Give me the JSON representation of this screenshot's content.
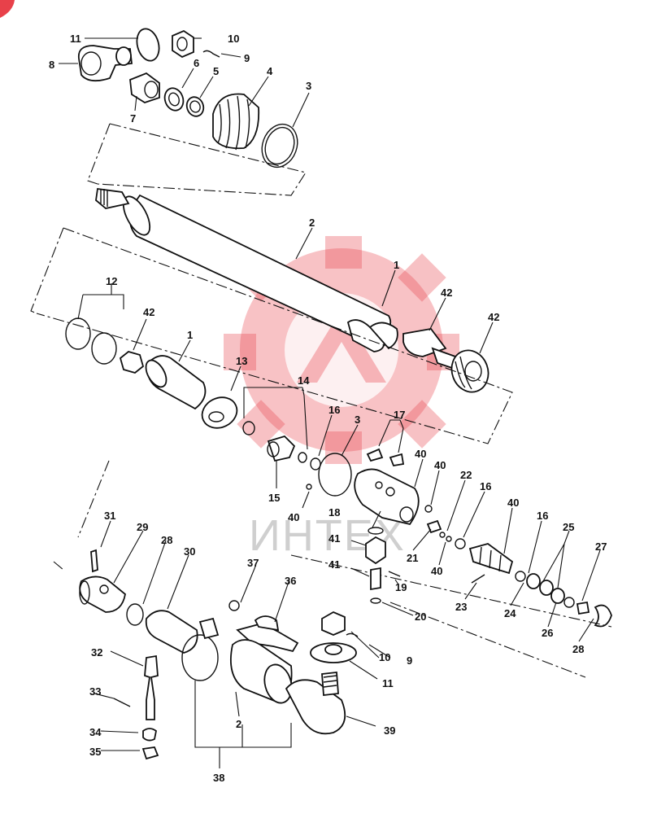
{
  "watermark": {
    "text": "ИНТЕХ",
    "logo_color": "#e8414a"
  },
  "callouts": [
    {
      "id": "c11a",
      "label": "11"
    },
    {
      "id": "c10a",
      "label": "10"
    },
    {
      "id": "c9a",
      "label": "9"
    },
    {
      "id": "c8",
      "label": "8"
    },
    {
      "id": "c6",
      "label": "6"
    },
    {
      "id": "c5",
      "label": "5"
    },
    {
      "id": "c4",
      "label": "4"
    },
    {
      "id": "c7",
      "label": "7"
    },
    {
      "id": "c3a",
      "label": "3"
    },
    {
      "id": "c2a",
      "label": "2"
    },
    {
      "id": "c1a",
      "label": "1"
    },
    {
      "id": "c12",
      "label": "12"
    },
    {
      "id": "c42a",
      "label": "42"
    },
    {
      "id": "c42b",
      "label": "42"
    },
    {
      "id": "c42c",
      "label": "42"
    },
    {
      "id": "c1b",
      "label": "1"
    },
    {
      "id": "c13",
      "label": "13"
    },
    {
      "id": "c14",
      "label": "14"
    },
    {
      "id": "c16a",
      "label": "16"
    },
    {
      "id": "c3b",
      "label": "3"
    },
    {
      "id": "c17",
      "label": "17"
    },
    {
      "id": "c15",
      "label": "15"
    },
    {
      "id": "c40a",
      "label": "40"
    },
    {
      "id": "c40b",
      "label": "40"
    },
    {
      "id": "c40c",
      "label": "40"
    },
    {
      "id": "c22",
      "label": "22"
    },
    {
      "id": "c16b",
      "label": "16"
    },
    {
      "id": "c40d",
      "label": "40"
    },
    {
      "id": "c18",
      "label": "18"
    },
    {
      "id": "c41a",
      "label": "41"
    },
    {
      "id": "c21",
      "label": "21"
    },
    {
      "id": "c40e",
      "label": "40"
    },
    {
      "id": "c16c",
      "label": "16"
    },
    {
      "id": "c25",
      "label": "25"
    },
    {
      "id": "c27",
      "label": "27"
    },
    {
      "id": "c41b",
      "label": "41"
    },
    {
      "id": "c19",
      "label": "19"
    },
    {
      "id": "c20",
      "label": "20"
    },
    {
      "id": "c23",
      "label": "23"
    },
    {
      "id": "c24",
      "label": "24"
    },
    {
      "id": "c26",
      "label": "26"
    },
    {
      "id": "c28a",
      "label": "28"
    },
    {
      "id": "c31",
      "label": "31"
    },
    {
      "id": "c29",
      "label": "29"
    },
    {
      "id": "c28b",
      "label": "28"
    },
    {
      "id": "c30",
      "label": "30"
    },
    {
      "id": "c37",
      "label": "37"
    },
    {
      "id": "c36",
      "label": "36"
    },
    {
      "id": "c10b",
      "label": "10"
    },
    {
      "id": "c9b",
      "label": "9"
    },
    {
      "id": "c11b",
      "label": "11"
    },
    {
      "id": "c32",
      "label": "32"
    },
    {
      "id": "c33",
      "label": "33"
    },
    {
      "id": "c34",
      "label": "34"
    },
    {
      "id": "c35",
      "label": "35"
    },
    {
      "id": "c2b",
      "label": "2"
    },
    {
      "id": "c39",
      "label": "39"
    },
    {
      "id": "c38",
      "label": "38"
    }
  ]
}
